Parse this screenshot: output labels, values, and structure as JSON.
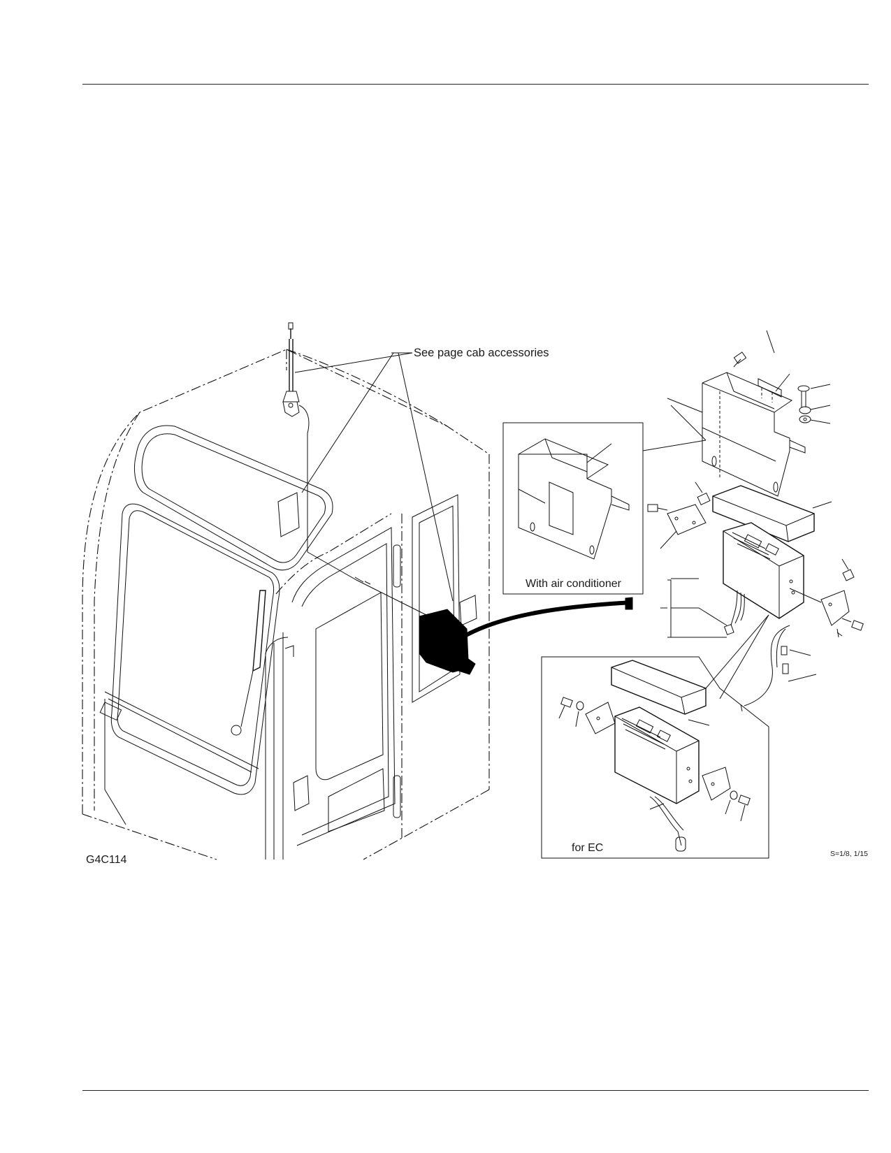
{
  "figure": {
    "callout_cab_accessories": "See page cab accessories",
    "inset_air_conditioner_caption": "With air conditioner",
    "inset_ec_caption": "for EC",
    "figure_code": "G4C114",
    "scale_note": "S=1/8, 1/15"
  }
}
